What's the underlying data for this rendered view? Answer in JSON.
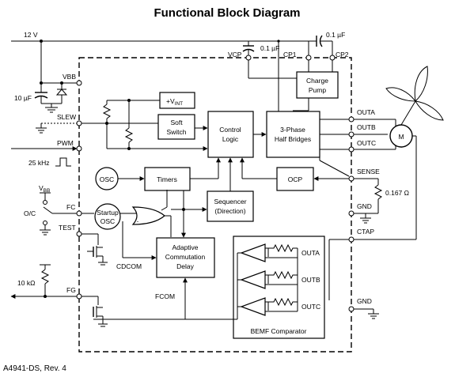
{
  "title": "Functional Block Diagram",
  "footer": "A4941-DS, Rev. 4",
  "supply": {
    "rail": "12 V",
    "vbb_cap": "10 µF",
    "vcp_cap": "0.1 µF",
    "cp_cap": "0.1 µF",
    "pwm_freq": "25 kHz",
    "sense_resistor": "0.167 Ω",
    "fg_pullup": "10 kΩ",
    "vbb_ref_prefix": "V",
    "vbb_ref_sub": "BB",
    "oc_label": "O/C"
  },
  "pins": {
    "vbb": "VBB",
    "slew": "SLEW",
    "pwm": "PWM",
    "fc": "FC",
    "test": "TEST",
    "fg": "FG",
    "vcp": "VCP",
    "cp1": "CP1",
    "cp2": "CP2",
    "outa": "OUTA",
    "outb": "OUTB",
    "outc": "OUTC",
    "sense": "SENSE",
    "gnd1": "GND",
    "ctap": "CTAP",
    "gnd2": "GND"
  },
  "blocks": {
    "vint_prefix": "+V",
    "vint_sub": "INT",
    "soft_line1": "Soft",
    "soft_line2": "Switch",
    "control_line1": "Control",
    "control_line2": "Logic",
    "bridge_line1": "3-Phase",
    "bridge_line2": "Half Bridges",
    "charge_line1": "Charge",
    "charge_line2": "Pump",
    "osc": "OSC",
    "timers": "Timers",
    "ocp": "OCP",
    "sequencer_line1": "Sequencer",
    "sequencer_line2": "(Direction)",
    "startup_line1": "Startup",
    "startup_line2": "OSC",
    "adaptive_line1": "Adaptive",
    "adaptive_line2": "Commutation",
    "adaptive_line3": "Delay",
    "cdcom": "CDCOM",
    "fcom": "FCOM",
    "bemf_label": "BEMF Comparator",
    "comp_outa": "OUTA",
    "comp_outb": "OUTB",
    "comp_outc": "OUTC",
    "motor": "M"
  }
}
